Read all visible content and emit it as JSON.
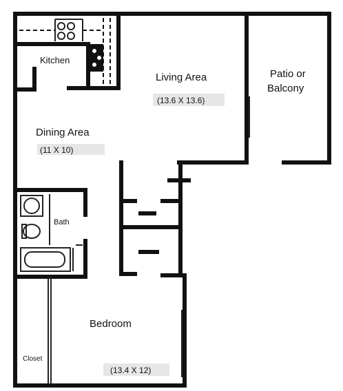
{
  "rooms": {
    "kitchen": {
      "label": "Kitchen"
    },
    "living": {
      "label": "Living Area",
      "dimensions": "(13.6 X 13.6)"
    },
    "patio": {
      "label_line1": "Patio or",
      "label_line2": "Balcony"
    },
    "dining": {
      "label": "Dining Area",
      "dimensions": "(11 X 10)"
    },
    "bath": {
      "label": "Bath"
    },
    "bedroom": {
      "label": "Bedroom",
      "dimensions": "(13.4 X 12)"
    },
    "closet": {
      "label": "Closet"
    }
  },
  "colors": {
    "wall": "#111111",
    "dimension_highlight": "#e6e6e6"
  }
}
